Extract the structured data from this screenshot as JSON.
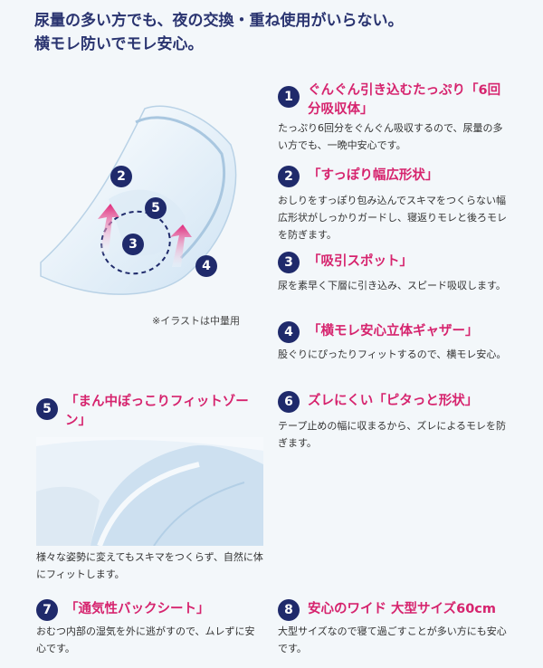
{
  "headline": {
    "line1": "尿量の多い方でも、夜の交換・重ね使用がいらない。",
    "line2": "横モレ防いでモレ安心。"
  },
  "illustration": {
    "caption": "※イラストは中量用",
    "markers": [
      "2",
      "5",
      "3",
      "4"
    ]
  },
  "features": [
    {
      "num": "1",
      "title": "ぐんぐん引き込むたっぷり「6回分吸収体」",
      "desc": "たっぷり6回分をぐんぐん吸収するので、尿量の多い方でも、一晩中安心です。"
    },
    {
      "num": "2",
      "title": "「すっぽり幅広形状」",
      "desc": "おしりをすっぽり包み込んでスキマをつくらない幅広形状がしっかりガードし、寝返りモレと後ろモレを防ぎます。"
    },
    {
      "num": "3",
      "title": "「吸引スポット」",
      "desc": "尿を素早く下層に引き込み、スピード吸収します。"
    },
    {
      "num": "4",
      "title": "「横モレ安心立体ギャザー」",
      "desc": "股ぐりにぴったりフィットするので、横モレ安心。"
    },
    {
      "num": "5",
      "title": "「まん中ぽっこりフィットゾーン」",
      "desc": "様々な姿勢に変えてもスキマをつくらず、自然に体にフィットします。"
    },
    {
      "num": "6",
      "title": "ズレにくい「ピタっと形状」",
      "desc": "テープ止めの幅に収まるから、ズレによるモレを防ぎます。"
    },
    {
      "num": "7",
      "title": "「通気性バックシート」",
      "desc": "おむつ内部の湿気を外に逃がすので、ムレずに安心です。"
    },
    {
      "num": "8",
      "title": "安心のワイド 大型サイズ60cm",
      "desc": "大型サイズなので寝て過ごすことが多い方にも安心です。"
    }
  ],
  "colors": {
    "badge": "#1f2a6b",
    "title": "#d6246e",
    "headline": "#2a3470",
    "background": "#f3f7fa"
  }
}
